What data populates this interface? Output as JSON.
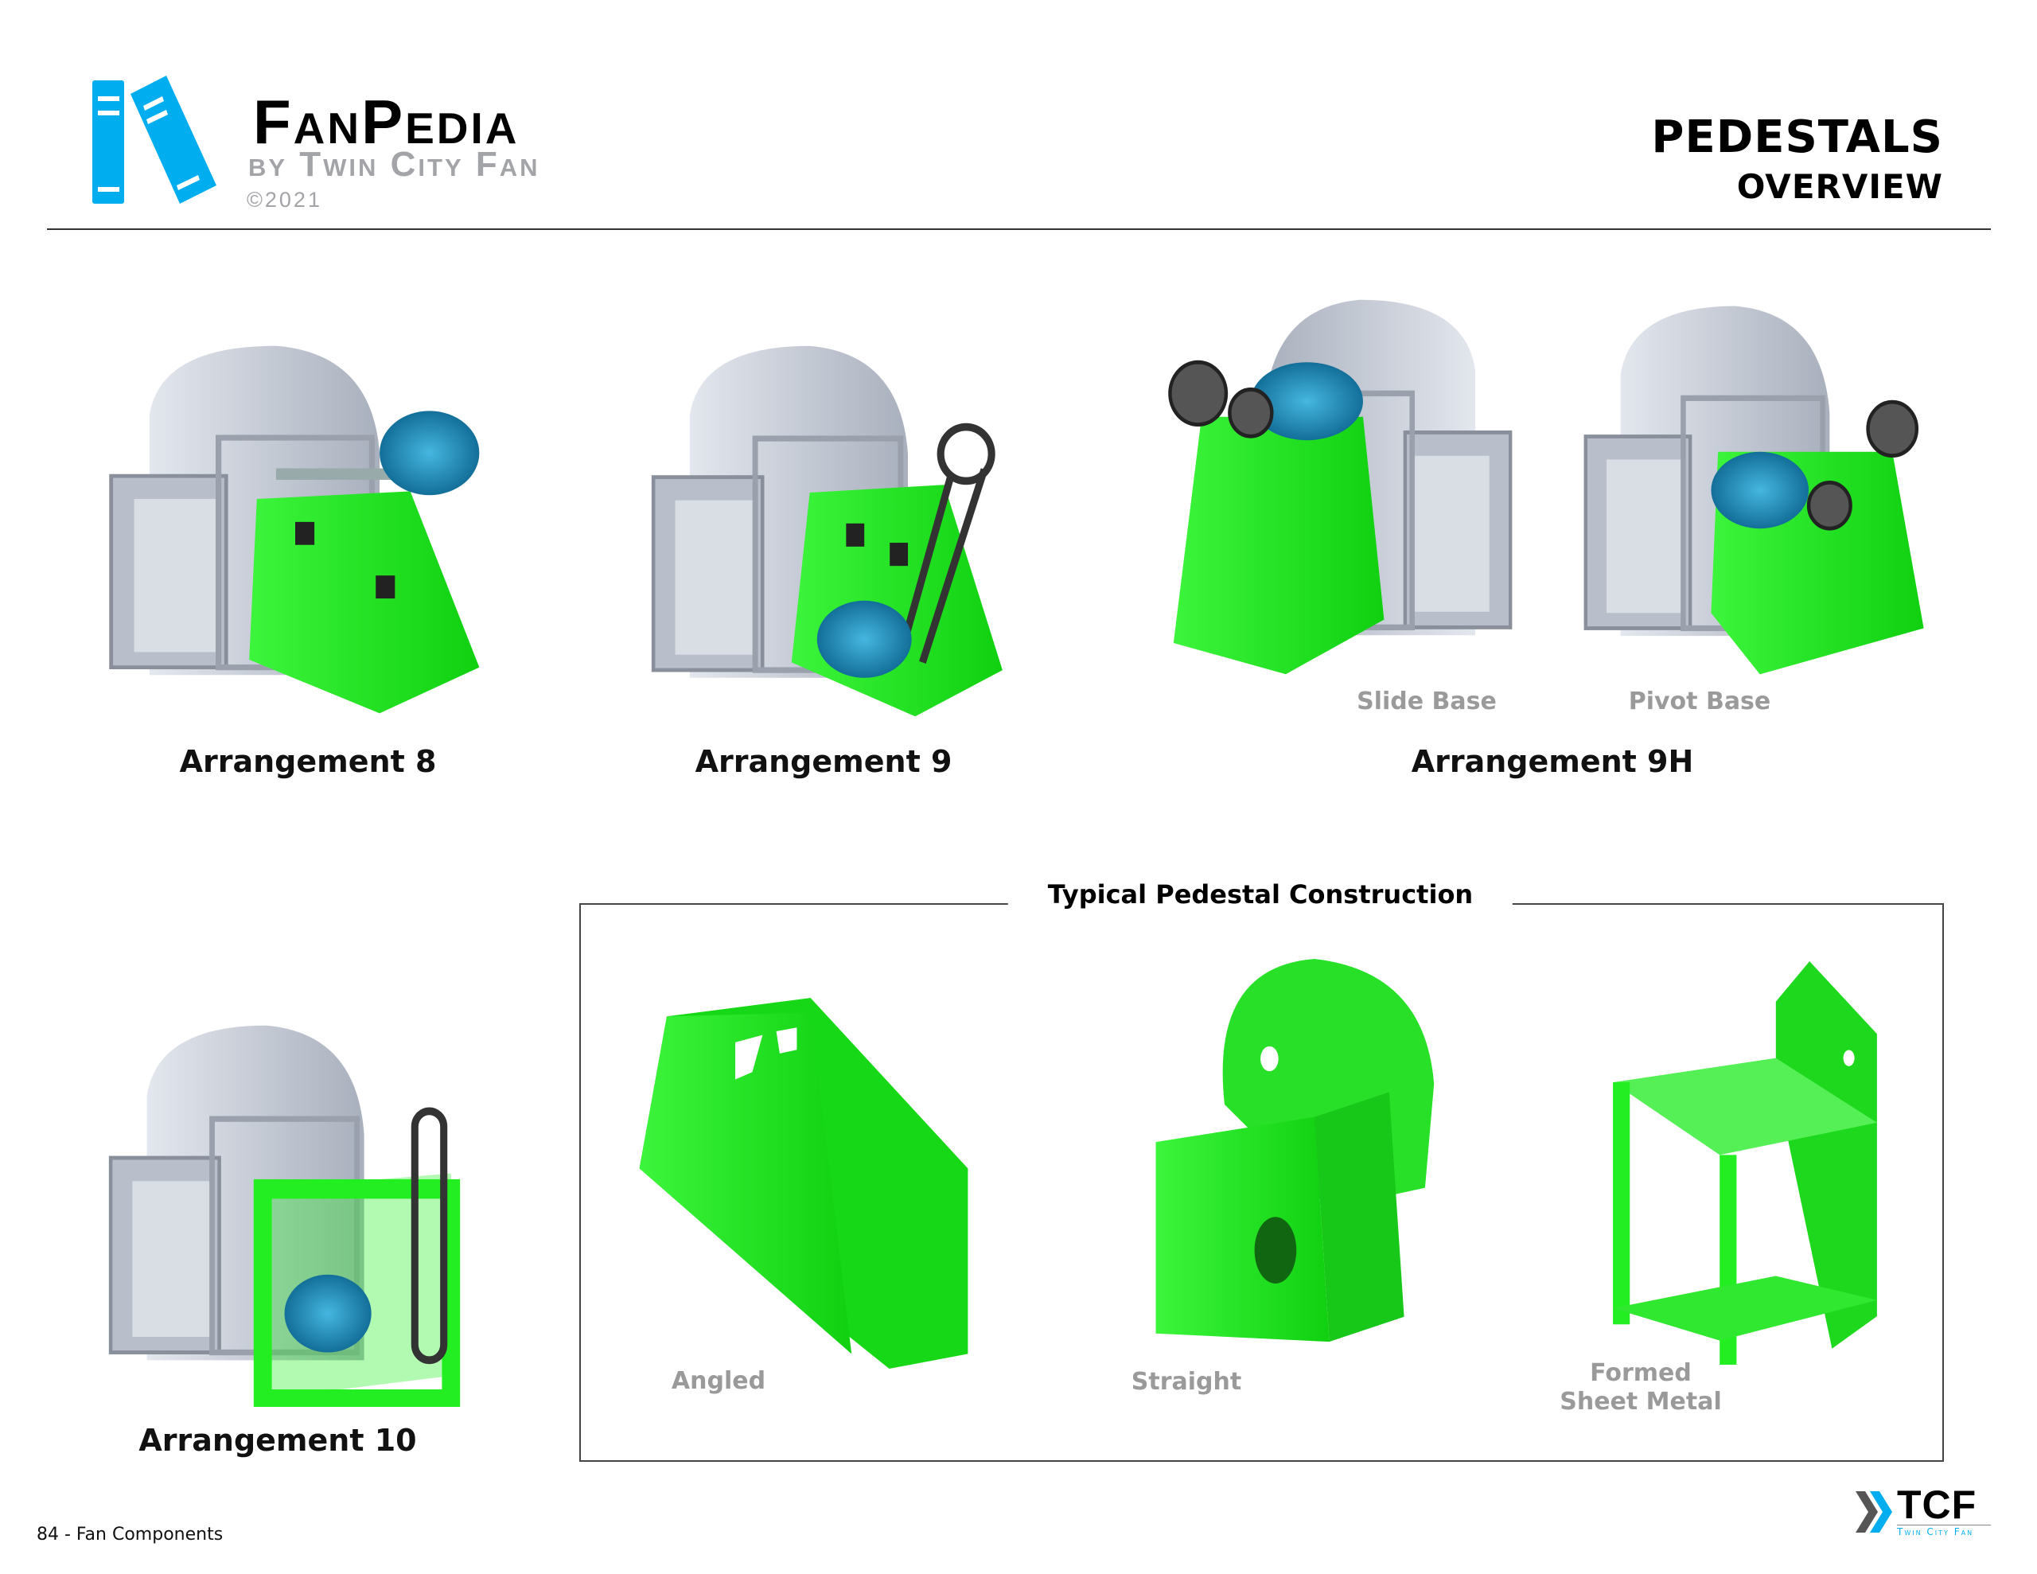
{
  "header": {
    "logo_title": "FanPedia",
    "logo_subtitle": "by Twin City Fan",
    "logo_copyright": "©2021",
    "title": "PEDESTALS",
    "subtitle": "OVERVIEW"
  },
  "arrangements": [
    {
      "label": "Arrangement 8"
    },
    {
      "label": "Arrangement 9"
    },
    {
      "label": "Arrangement 9H",
      "variants": [
        "Slide Base",
        "Pivot Base"
      ]
    },
    {
      "label": "Arrangement 10"
    }
  ],
  "construction": {
    "title": "Typical Pedestal Construction",
    "types": [
      "Angled",
      "Straight",
      "Formed",
      "Sheet Metal"
    ]
  },
  "footer": {
    "page_label": "84 - Fan Components",
    "brand_logo": "TCF",
    "brand_name": "Twin City Fan"
  },
  "colors": {
    "pedestal": "#22ee22",
    "housing": "#c9ced8",
    "motor": "#1f8fc0",
    "logo_blue": "#00aeef"
  }
}
